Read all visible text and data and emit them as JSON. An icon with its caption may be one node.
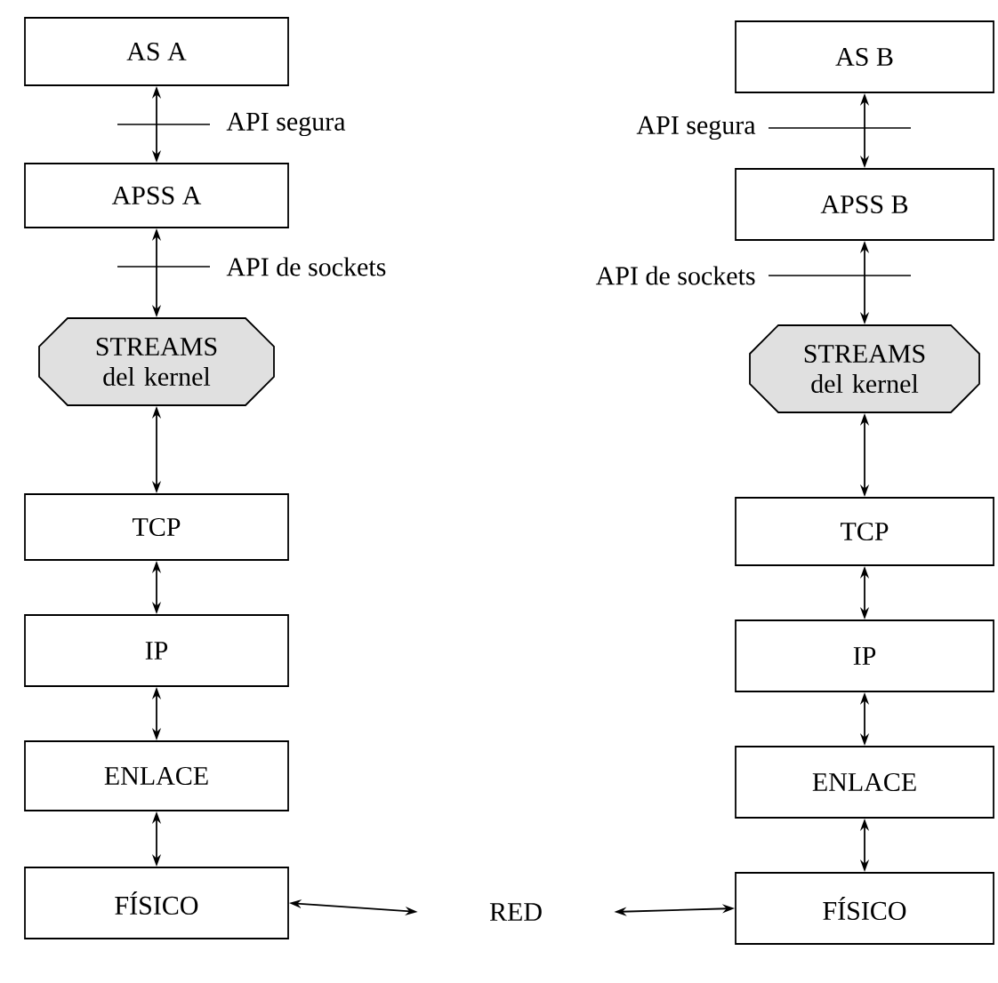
{
  "diagram": {
    "nodes": [
      {
        "text": [
          "AS A"
        ]
      },
      {
        "text": [
          "AS B"
        ]
      },
      {
        "text": [
          "APSS A"
        ]
      },
      {
        "text": [
          "APSS B"
        ]
      },
      {
        "text": [
          "STREAMS del kernel"
        ]
      },
      {
        "text": [
          "STREAMS del kernel"
        ]
      },
      {
        "text": [
          "TCP"
        ]
      },
      {
        "text": [
          "TCP"
        ]
      },
      {
        "text": [
          "IP"
        ]
      },
      {
        "text": [
          "IP"
        ]
      },
      {
        "text": [
          "ENLACE"
        ]
      },
      {
        "text": [
          "ENLACE"
        ]
      },
      {
        "text": [
          "FÍSICO"
        ]
      },
      {
        "text": [
          "RED"
        ]
      },
      {
        "text": [
          "FÍSICO"
        ]
      }
    ],
    "edges": [
      {
        "from": 0,
        "to": 2,
        "arrow": "both"
      },
      {
        "from": 2,
        "to": 4,
        "arrow": "both"
      },
      {
        "from": 4,
        "to": 6,
        "arrow": "both"
      },
      {
        "from": 6,
        "to": 8,
        "arrow": "both"
      },
      {
        "from": 8,
        "to": 10,
        "arrow": "both"
      },
      {
        "from": 10,
        "to": 12,
        "arrow": "both"
      },
      {
        "from": 1,
        "to": 3,
        "arrow": "both"
      },
      {
        "from": 3,
        "to": 5,
        "arrow": "both"
      },
      {
        "from": 5,
        "to": 7,
        "arrow": "both"
      },
      {
        "from": 7,
        "to": 9,
        "arrow": "both"
      },
      {
        "from": 9,
        "to": 11,
        "arrow": "both"
      },
      {
        "from": 11,
        "to": 14,
        "arrow": "both"
      },
      {
        "from": 12,
        "to": 13,
        "arrow": "both"
      },
      {
        "from": 13,
        "to": 14,
        "arrow": "both"
      }
    ],
    "labels": [
      "API segura",
      "API segura",
      "API de sockets",
      "API de sockets"
    ]
  }
}
